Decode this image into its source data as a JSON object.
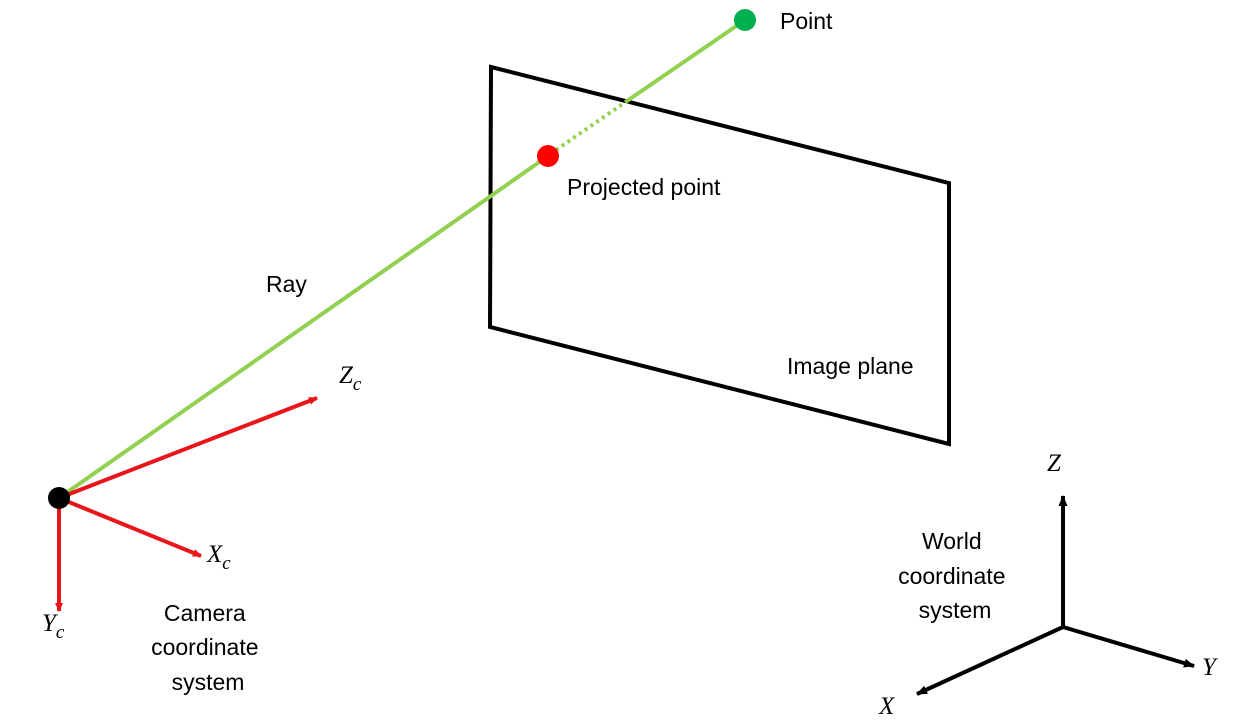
{
  "labels": {
    "point": "Point",
    "projected_point": "Projected point",
    "ray": "Ray",
    "image_plane": "Image plane",
    "camera_system": [
      "Camera",
      "coordinate",
      "system"
    ],
    "world_system": [
      "World",
      "coordinate",
      "system"
    ]
  },
  "camera_axes": {
    "z": {
      "base": "Z",
      "sub": "c"
    },
    "x": {
      "base": "X",
      "sub": "c"
    },
    "y": {
      "base": "Y",
      "sub": "c"
    }
  },
  "world_axes": {
    "z": "Z",
    "x": "X",
    "y": "Y"
  },
  "colors": {
    "ray": "#92d050",
    "camera_axes": "#e8161b",
    "point": "#00b050",
    "projected_point": "#ff0000",
    "camera_origin": "#000000",
    "outline": "#000000"
  }
}
